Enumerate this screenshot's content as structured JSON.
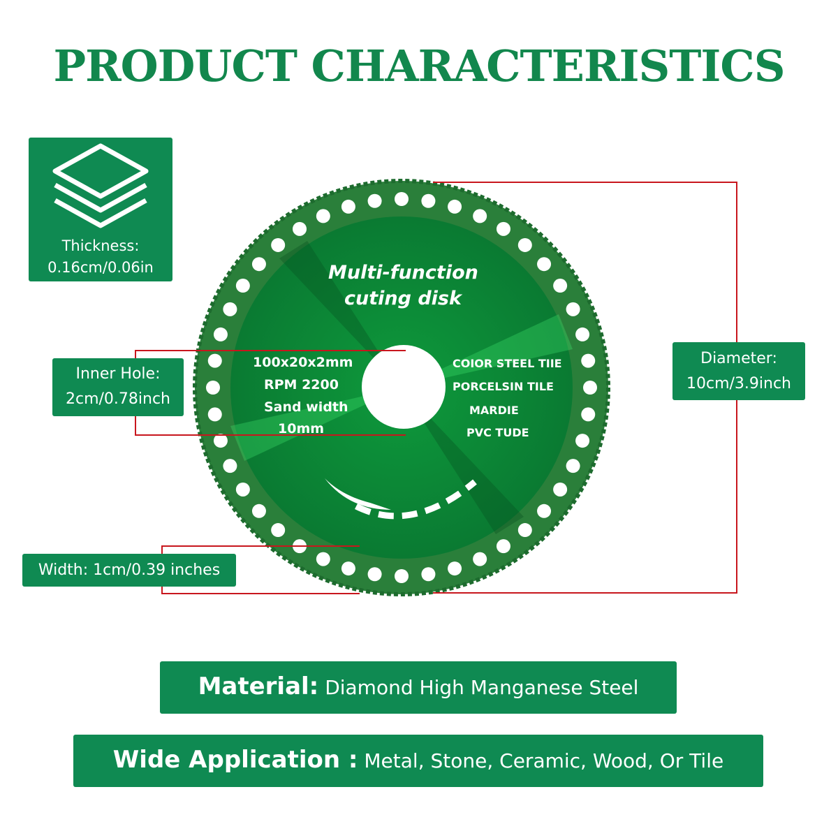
{
  "title": "PRODUCT CHARACTERISTICS",
  "thickness": {
    "icon": "layers-icon",
    "label": "Thickness:",
    "value": "0.16cm/0.06in"
  },
  "inner_hole": {
    "label": "Inner Hole:",
    "value": "2cm/0.78inch"
  },
  "diameter": {
    "label": "Diameter:",
    "value": "10cm/3.9inch"
  },
  "width": {
    "text": "Width: 1cm/0.39 inches"
  },
  "material": {
    "label": "Material:",
    "value": "Diamond High Manganese Steel"
  },
  "application": {
    "label": "Wide Application :",
    "value": "Metal, Stone, Ceramic, Wood, Or Tile"
  },
  "disk": {
    "heading1": "Multi-function",
    "heading2": "cuting disk",
    "specs": [
      "100x20x2mm",
      "RPM 2200",
      "Sand width",
      "10mm"
    ],
    "uses": [
      "COIOR STEEL TIIE",
      "PORCELSIN TILE",
      "MARDIE",
      "PVC TUDE"
    ]
  },
  "colors": {
    "brand": "#0f8a52",
    "title": "#12874d",
    "guide_line": "#c8161d"
  }
}
